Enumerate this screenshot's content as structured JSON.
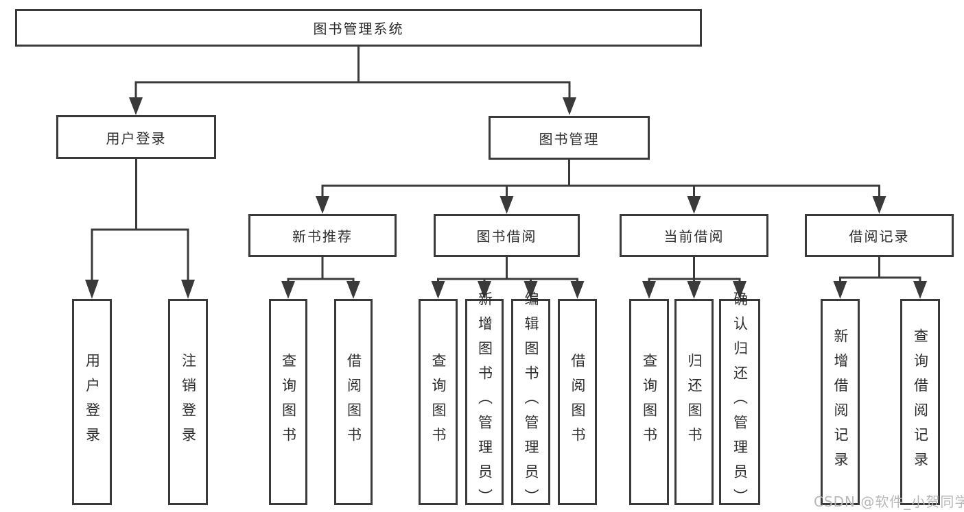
{
  "tree": {
    "root": {
      "label": "图书管理系统"
    },
    "level2": [
      {
        "label": "用户登录",
        "children": [
          {
            "label": "用户登录"
          },
          {
            "label": "注销登录"
          }
        ]
      },
      {
        "label": "图书管理",
        "children": [
          {
            "label": "新书推荐",
            "children": [
              {
                "label": "查询图书"
              },
              {
                "label": "借阅图书"
              }
            ]
          },
          {
            "label": "图书借阅",
            "children": [
              {
                "label": "查询图书"
              },
              {
                "label": "新增图书（管理员）"
              },
              {
                "label": "编辑图书（管理员）"
              },
              {
                "label": "借阅图书"
              }
            ]
          },
          {
            "label": "当前借阅",
            "children": [
              {
                "label": "查询图书"
              },
              {
                "label": "归还图书"
              },
              {
                "label": "确认归还（管理员）"
              }
            ]
          },
          {
            "label": "借阅记录",
            "children": [
              {
                "label": "新增借阅记录"
              },
              {
                "label": "查询借阅记录"
              }
            ]
          }
        ]
      }
    ]
  },
  "watermark": "CSDN @软件_小贺同学",
  "colors": {
    "line": "#3a3a3a",
    "text": "#2d2d2d",
    "watermark": "#b7b7b7",
    "background": "#ffffff"
  }
}
